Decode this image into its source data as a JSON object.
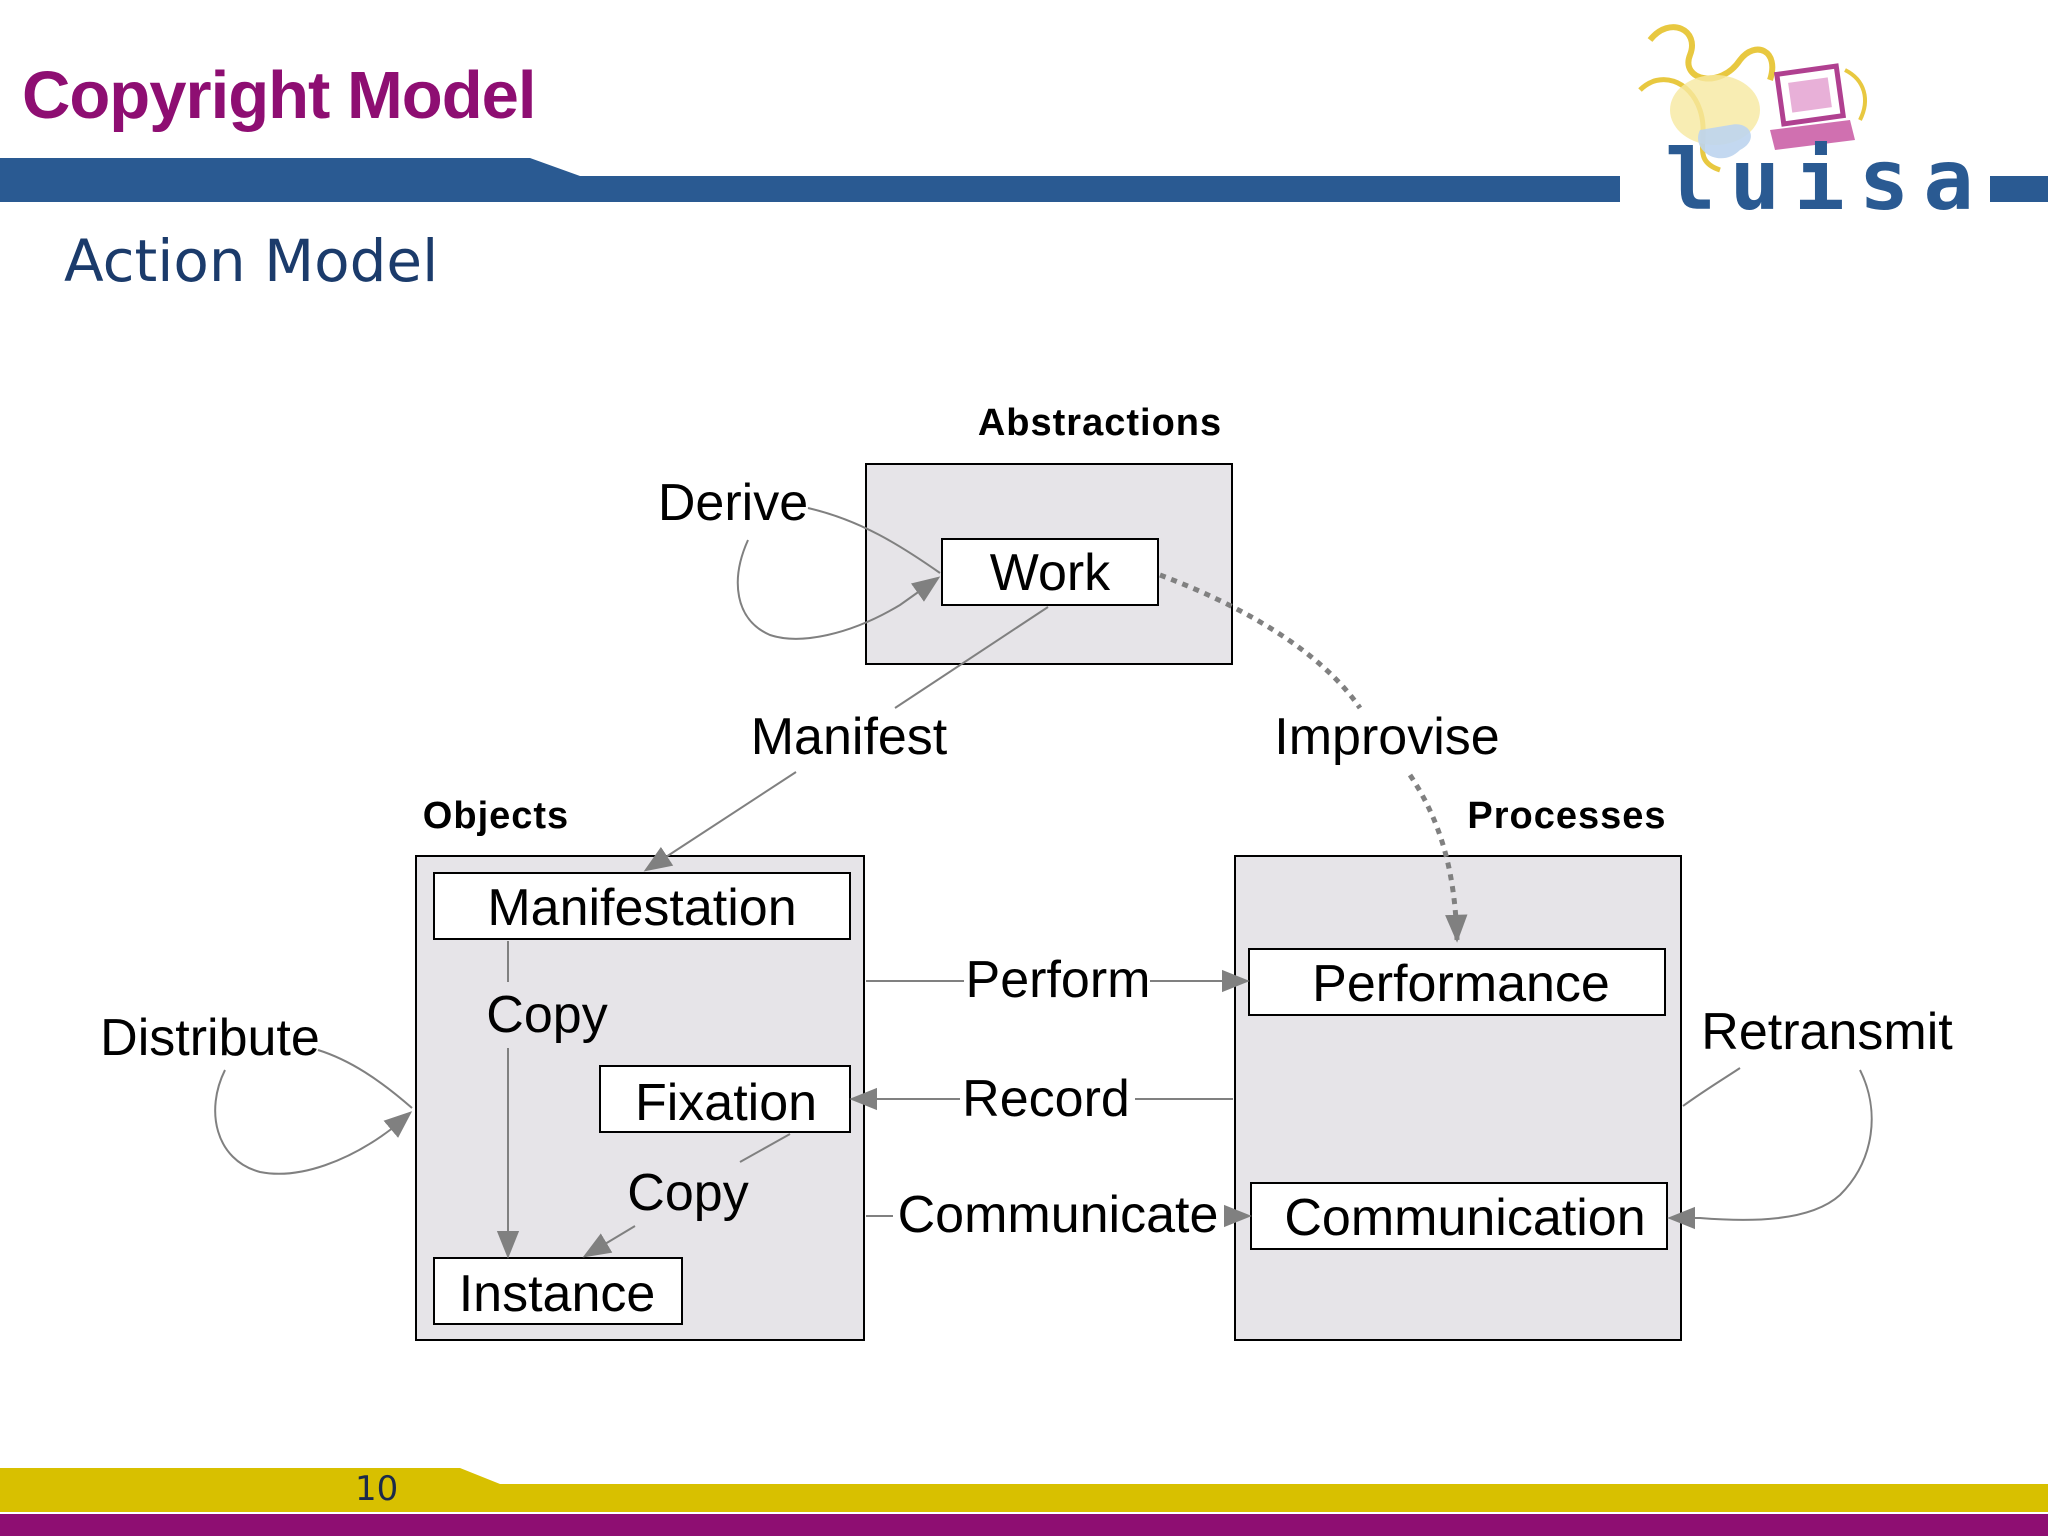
{
  "slide": {
    "title": "Copyright Model",
    "subtitle": "Action Model",
    "page_number": "10",
    "logo_text": "luisa"
  },
  "colors": {
    "title": "#8e0e72",
    "subtitle": "#1b3b6b",
    "top_bar": "#2a5a92",
    "bottom_bar_yellow": "#d8c000",
    "bottom_bar_purple": "#8e0e72",
    "group_fill": "#e6e4e8",
    "arrow": "#808080"
  },
  "diagram": {
    "groups": {
      "abstractions": "Abstractions",
      "objects": "Objects",
      "processes": "Processes"
    },
    "nodes": {
      "work": "Work",
      "manifestation": "Manifestation",
      "fixation": "Fixation",
      "instance": "Instance",
      "performance": "Performance",
      "communication": "Communication"
    },
    "edges": {
      "derive": "Derive",
      "manifest": "Manifest",
      "improvise": "Improvise",
      "copy_manifestation": "Copy",
      "copy_fixation": "Copy",
      "distribute": "Distribute",
      "perform": "Perform",
      "record": "Record",
      "communicate": "Communicate",
      "retransmit": "Retransmit"
    }
  }
}
